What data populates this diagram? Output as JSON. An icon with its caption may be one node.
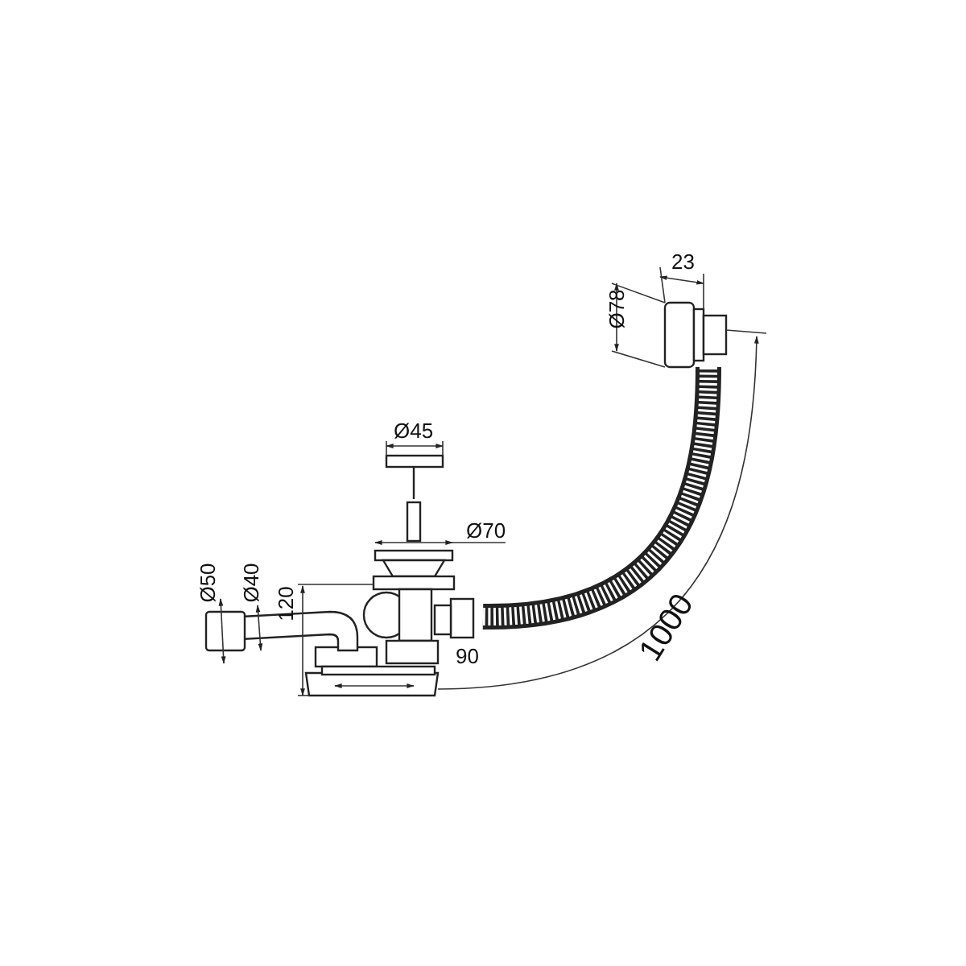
{
  "diagram": {
    "labels": [
      "Ø78",
      "23",
      "Ø45",
      "Ø70",
      "Ø50",
      "Ø40",
      "120",
      "90",
      "1000"
    ]
  }
}
